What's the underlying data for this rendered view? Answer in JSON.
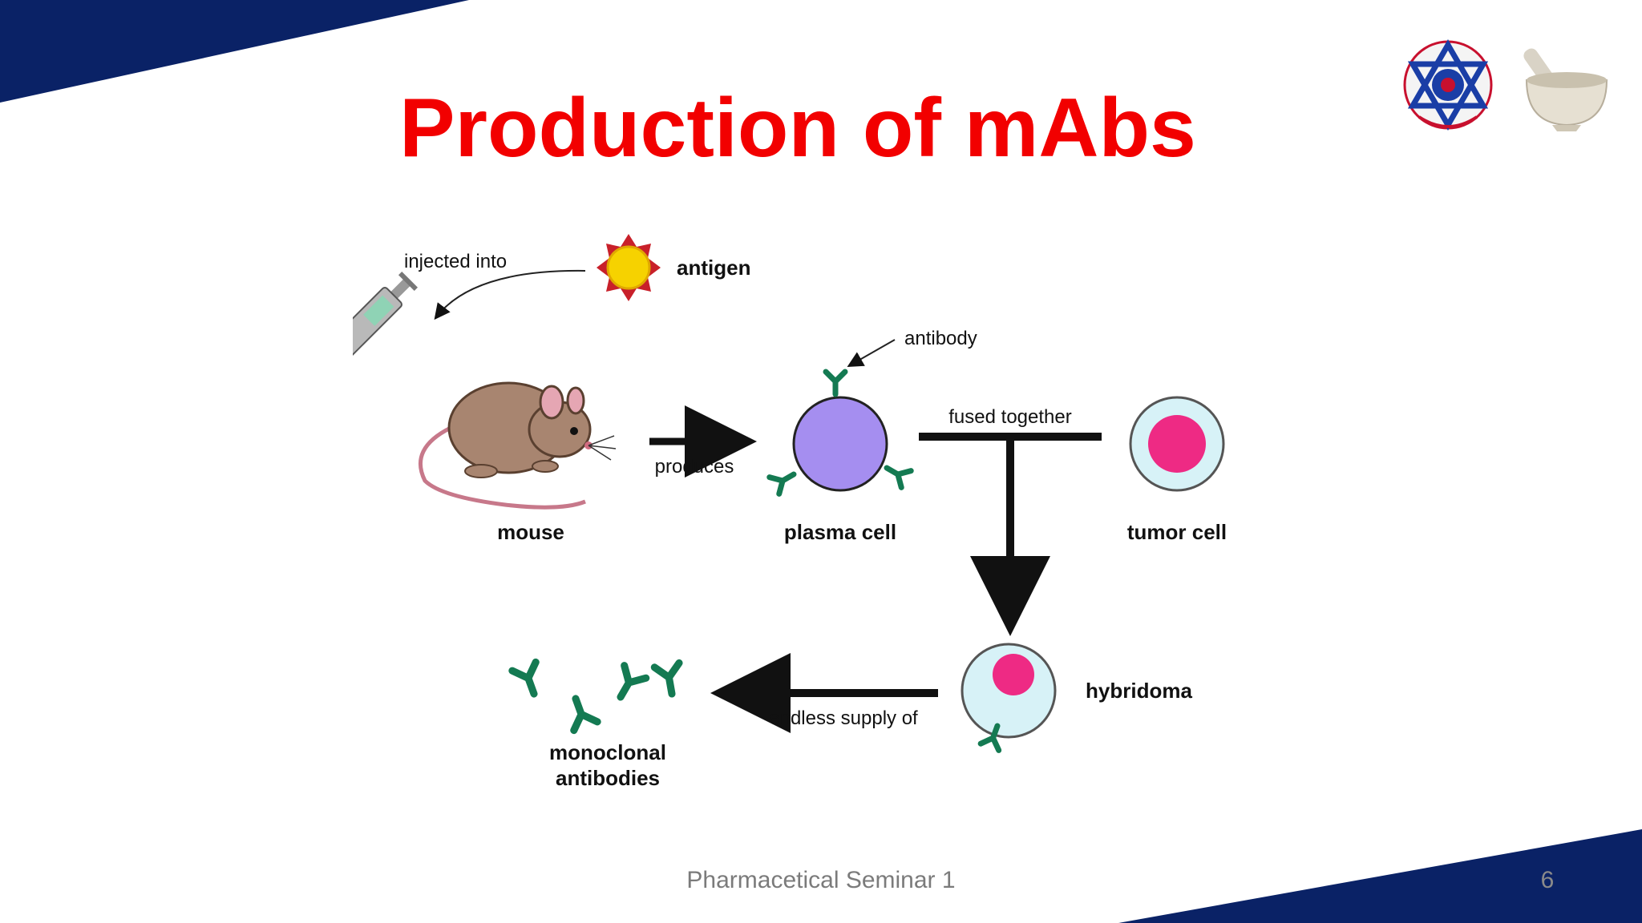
{
  "slide": {
    "title": "Production of mAbs",
    "footer": "Pharmacetical Seminar 1",
    "page_number": "6",
    "colors": {
      "band": "#0a2266",
      "title": "#f20000",
      "antibody": "#147a52"
    },
    "logos": [
      {
        "name": "university-emblem-logo"
      },
      {
        "name": "mortar-pestle-logo"
      }
    ]
  },
  "diagram": {
    "labels": {
      "injected_into": "injected into",
      "antigen": "antigen",
      "antibody": "antibody",
      "produces": "produces",
      "fused_together": "fused together",
      "mouse": "mouse",
      "plasma_cell": "plasma cell",
      "tumor_cell": "tumor cell",
      "hybridoma": "hybridoma",
      "endless_supply_of": "endless supply of",
      "monoclonal_line1": "monoclonal",
      "monoclonal_line2": "antibodies"
    }
  }
}
